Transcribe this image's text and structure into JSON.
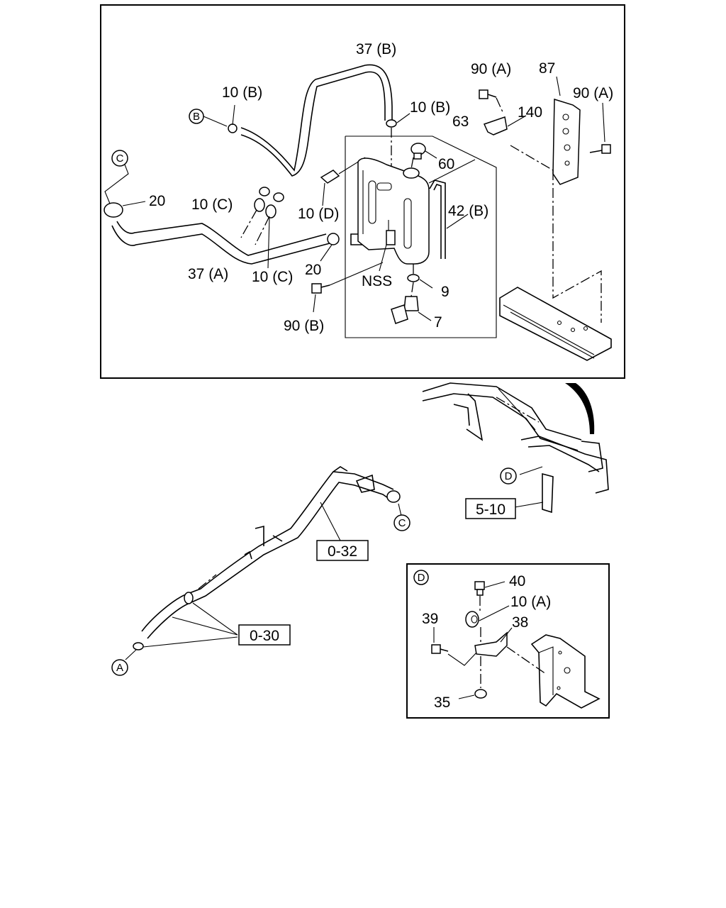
{
  "labels": {
    "hose_37b": "37 (B)",
    "clip_10b_left": "10 (B)",
    "clip_10b_right": "10 (B)",
    "bolt_90a_left": "90 (A)",
    "bracket_87": "87",
    "bolt_90a_right": "90 (A)",
    "bracket_140": "140",
    "tank_63": "63",
    "cap_60": "60",
    "clamp_20_top": "20",
    "clip_10c_left": "10 (C)",
    "clip_10d": "10 (D)",
    "hose_42b": "42 (B)",
    "clamp_20_bottom": "20",
    "hose_37a": "37 (A)",
    "clip_10c_bottom": "10 (C)",
    "nss": "NSS",
    "gasket_9": "9",
    "bolt_90b": "90 (B)",
    "sensor_7": "7",
    "clip_10a": "10 (A)",
    "bolt_40": "40",
    "bolt_39": "39",
    "bracket_38": "38",
    "nut_35": "35"
  },
  "circle_refs": {
    "b_top": "B",
    "c_top": "C",
    "c_mid": "C",
    "a_bottom": "A",
    "d_mid": "D",
    "d_box": "D"
  },
  "ref_boxes": {
    "ref_5_10": "5-10",
    "ref_0_32": "0-32",
    "ref_0_30": "0-30"
  }
}
